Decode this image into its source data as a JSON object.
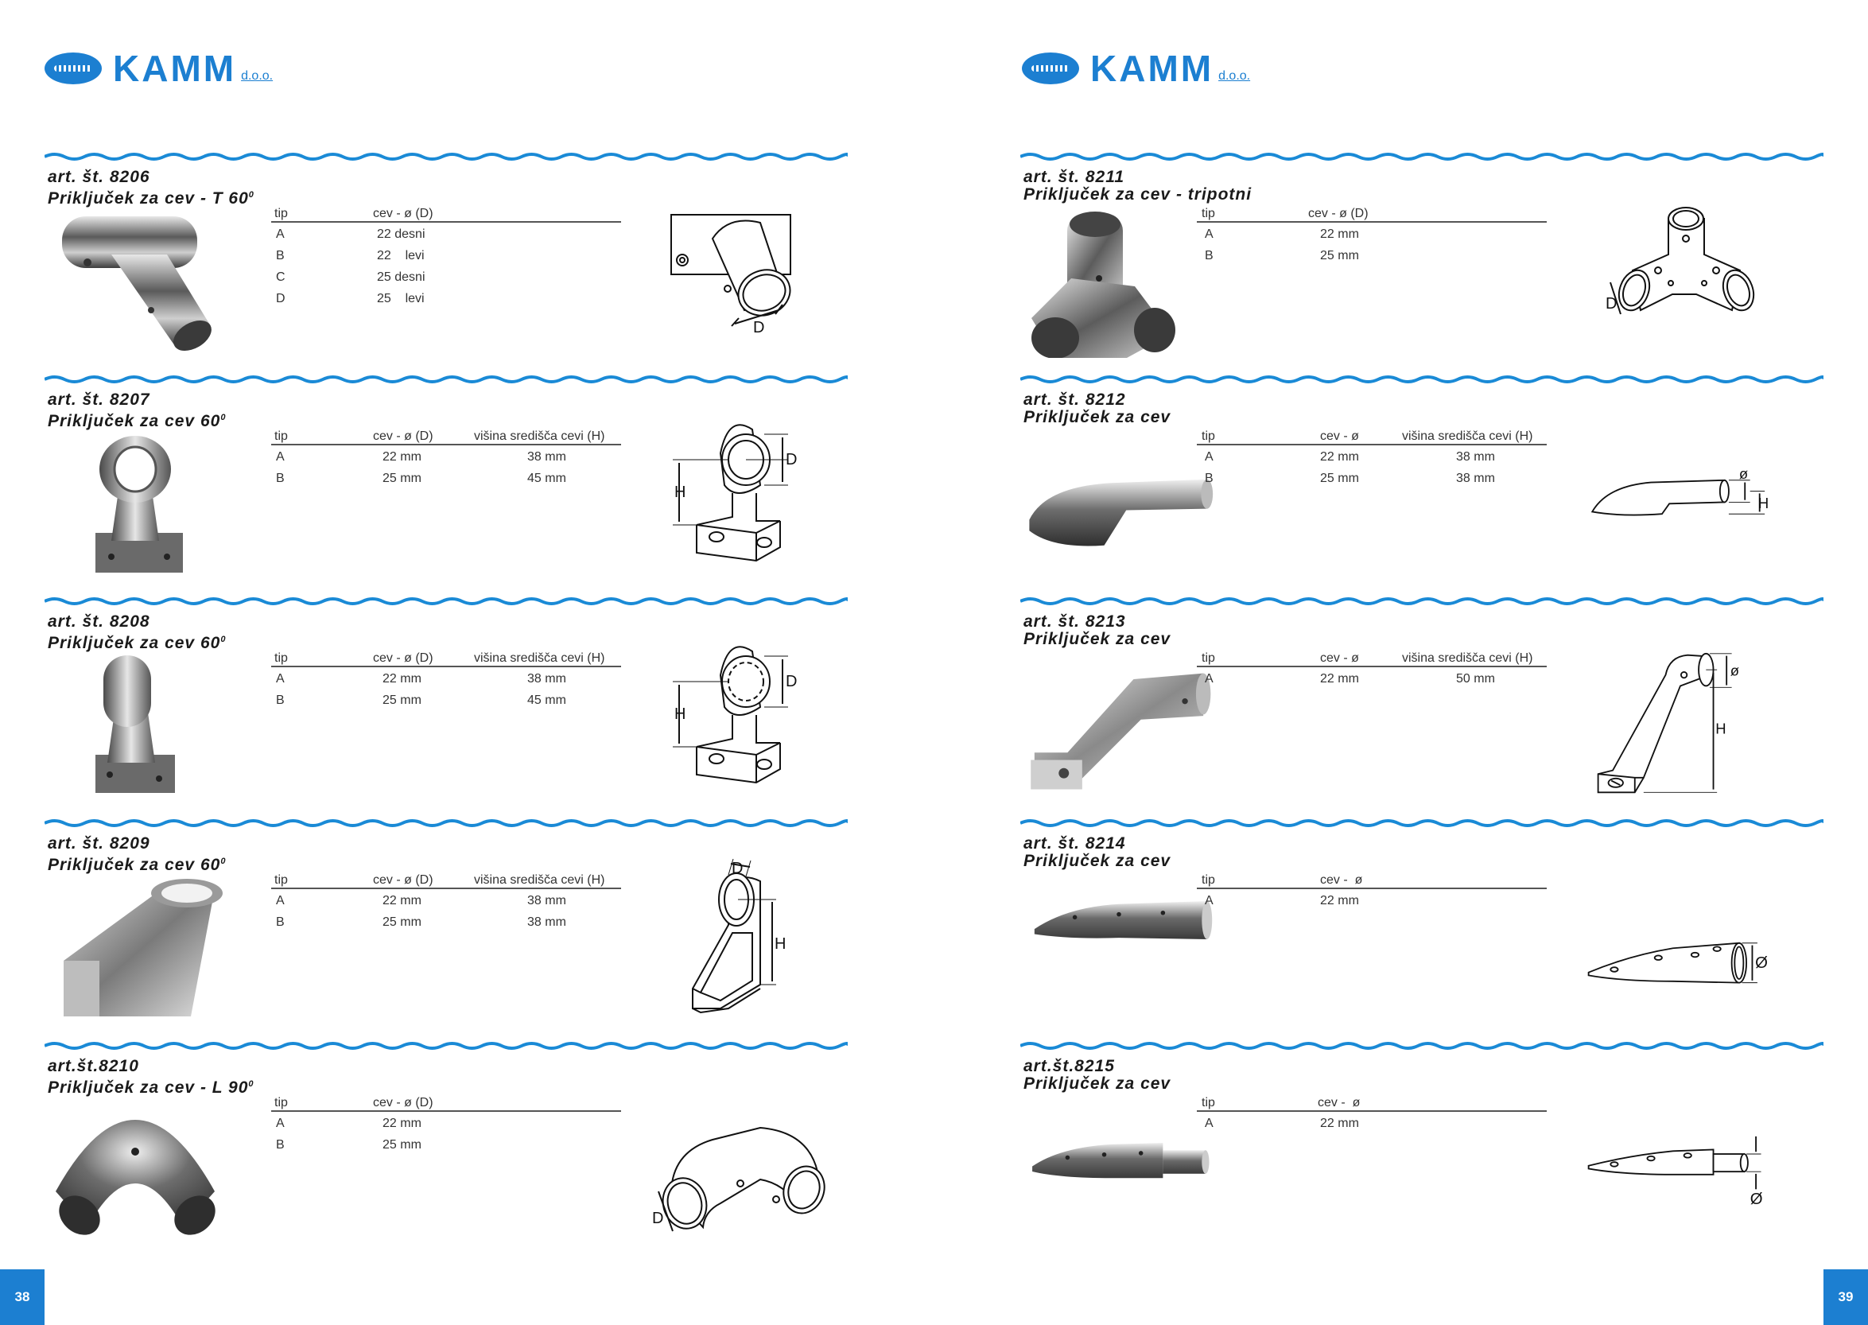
{
  "brand": {
    "name": "KAMM",
    "suffix": "d.o.o."
  },
  "colors": {
    "accent": "#1c7fd1",
    "wave": "#1a8ad6"
  },
  "left_page": {
    "page_number": "38",
    "items": [
      {
        "art": "art. št. 8206",
        "title": "Priključek za cev - T 60",
        "degree": "0",
        "headers": [
          "tip",
          "cev - ø (D)",
          ""
        ],
        "rows": [
          [
            "A",
            "22 desni",
            ""
          ],
          [
            "B",
            "22    levi",
            ""
          ],
          [
            "C",
            "25 desni",
            ""
          ],
          [
            "D",
            "25    levi",
            ""
          ]
        ],
        "dims": [
          "D"
        ]
      },
      {
        "art": "art. št. 8207",
        "title": "Priključek za cev 60",
        "degree": "0",
        "headers": [
          "tip",
          "cev - ø (D)",
          "višina središča cevi (H)"
        ],
        "rows": [
          [
            "A",
            "22 mm",
            "38 mm"
          ],
          [
            "B",
            "25 mm",
            "45 mm"
          ]
        ],
        "dims": [
          "D",
          "H"
        ]
      },
      {
        "art": "art. št. 8208",
        "title": "Priključek za cev 60",
        "degree": "0",
        "headers": [
          "tip",
          "cev - ø (D)",
          "višina središča cevi (H)"
        ],
        "rows": [
          [
            "A",
            "22 mm",
            "38 mm"
          ],
          [
            "B",
            "25 mm",
            "45 mm"
          ]
        ],
        "dims": [
          "D",
          "H"
        ]
      },
      {
        "art": "art. št. 8209",
        "title": "Priključek za cev 60",
        "degree": "0",
        "headers": [
          "tip",
          "cev - ø (D)",
          "višina središča cevi (H)"
        ],
        "rows": [
          [
            "A",
            "22 mm",
            "38 mm"
          ],
          [
            "B",
            "25 mm",
            "38 mm"
          ]
        ],
        "dims": [
          "D",
          "H"
        ]
      },
      {
        "art": "art.št.8210",
        "title": "Priključek za cev - L 90",
        "degree": "0",
        "headers": [
          "tip",
          "cev - ø (D)",
          ""
        ],
        "rows": [
          [
            "A",
            "22 mm",
            ""
          ],
          [
            "B",
            "25 mm",
            ""
          ]
        ],
        "dims": [
          "D"
        ]
      }
    ]
  },
  "right_page": {
    "page_number": "39",
    "items": [
      {
        "art": "art. št. 8211",
        "title": "Priključek za cev - tripotni",
        "degree": "",
        "headers": [
          "tip",
          "cev - ø (D)",
          ""
        ],
        "rows": [
          [
            "A",
            "22 mm",
            ""
          ],
          [
            "B",
            "25 mm",
            ""
          ]
        ],
        "dims": [
          "D"
        ]
      },
      {
        "art": "art. št. 8212",
        "title": "Priključek za cev",
        "degree": "",
        "headers": [
          "tip",
          "cev - ø",
          "višina središča cevi (H)"
        ],
        "rows": [
          [
            "A",
            "22 mm",
            "38 mm"
          ],
          [
            "B",
            "25 mm",
            "38 mm"
          ]
        ],
        "dims": [
          "ø",
          "H"
        ]
      },
      {
        "art": "art. št. 8213",
        "title": "Priključek za cev",
        "degree": "",
        "headers": [
          "tip",
          "cev - ø",
          "višina središča cevi (H)"
        ],
        "rows": [
          [
            "A",
            "22 mm",
            "50 mm"
          ]
        ],
        "dims": [
          "ø",
          "H"
        ]
      },
      {
        "art": "art. št. 8214",
        "title": "Priključek za cev",
        "degree": "",
        "headers": [
          "tip",
          "cev -  ø",
          ""
        ],
        "rows": [
          [
            "A",
            "22 mm",
            ""
          ]
        ],
        "dims": [
          "Ø"
        ]
      },
      {
        "art": "art.št.8215",
        "title": "Priključek za cev",
        "degree": "",
        "headers": [
          "tip",
          "cev -  ø",
          ""
        ],
        "rows": [
          [
            "A",
            "22 mm",
            ""
          ]
        ],
        "dims": [
          "Ø"
        ]
      }
    ]
  }
}
